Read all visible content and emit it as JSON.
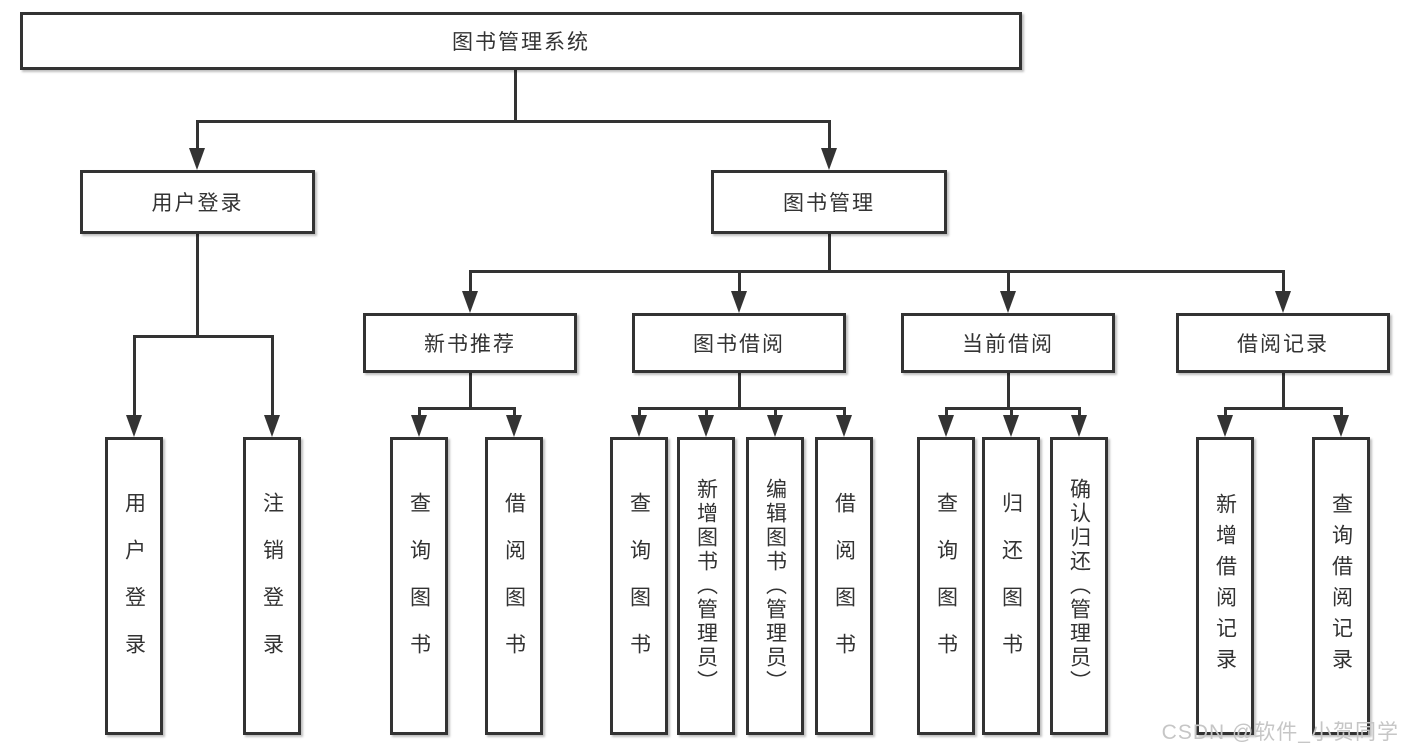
{
  "diagram": {
    "type": "hierarchy-tree",
    "colors": {
      "line": "#333333",
      "text": "#333333",
      "box_background": "#ffffff",
      "watermark": "#c6c6c6"
    },
    "tree": {
      "root": {
        "label": "图书管理系统",
        "children": [
          {
            "label": "用户登录",
            "children": [
              {
                "label": "用户登录"
              },
              {
                "label": "注销登录"
              }
            ]
          },
          {
            "label": "图书管理",
            "children": [
              {
                "label": "新书推荐",
                "children": [
                  {
                    "label": "查询图书"
                  },
                  {
                    "label": "借阅图书"
                  }
                ]
              },
              {
                "label": "图书借阅",
                "children": [
                  {
                    "label": "查询图书"
                  },
                  {
                    "label": "新增图书（管理员）"
                  },
                  {
                    "label": "编辑图书（管理员）"
                  },
                  {
                    "label": "借阅图书"
                  }
                ]
              },
              {
                "label": "当前借阅",
                "children": [
                  {
                    "label": "查询图书"
                  },
                  {
                    "label": "归还图书"
                  },
                  {
                    "label": "确认归还（管理员）"
                  }
                ]
              },
              {
                "label": "借阅记录",
                "children": [
                  {
                    "label": "新增借阅记录"
                  },
                  {
                    "label": "查询借阅记录"
                  }
                ]
              }
            ]
          }
        ]
      }
    },
    "watermark": {
      "text": "CSDN @软件_小贺同学"
    }
  }
}
